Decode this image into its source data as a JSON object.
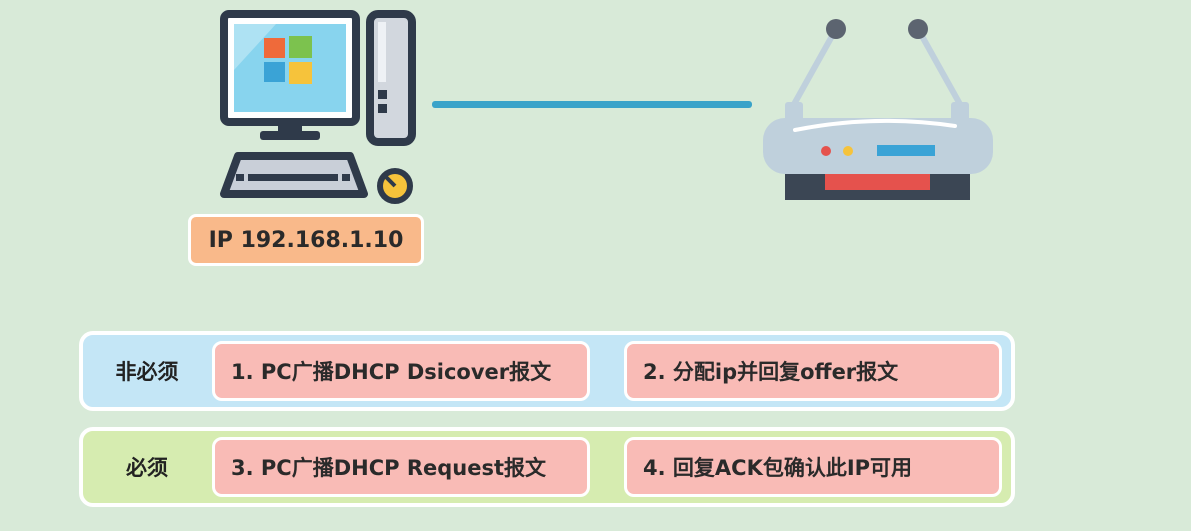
{
  "pc": {
    "ip_label": "IP 192.168.1.10"
  },
  "rows": [
    {
      "label": "非必须",
      "steps": [
        "1. PC广播DHCP Dsicover报文",
        "2. 分配ip并回复offer报文"
      ]
    },
    {
      "label": "必须",
      "steps": [
        "3. PC广播DHCP Request报文",
        "4. 回复ACK包确认此IP可用"
      ]
    }
  ],
  "colors": {
    "background": "#d8ead8",
    "link": "#3aa3c9",
    "ip_label": "#f9b98a",
    "row_optional": "#c4e6f6",
    "row_required": "#d6ecb0",
    "step": "#f9bbb6"
  }
}
